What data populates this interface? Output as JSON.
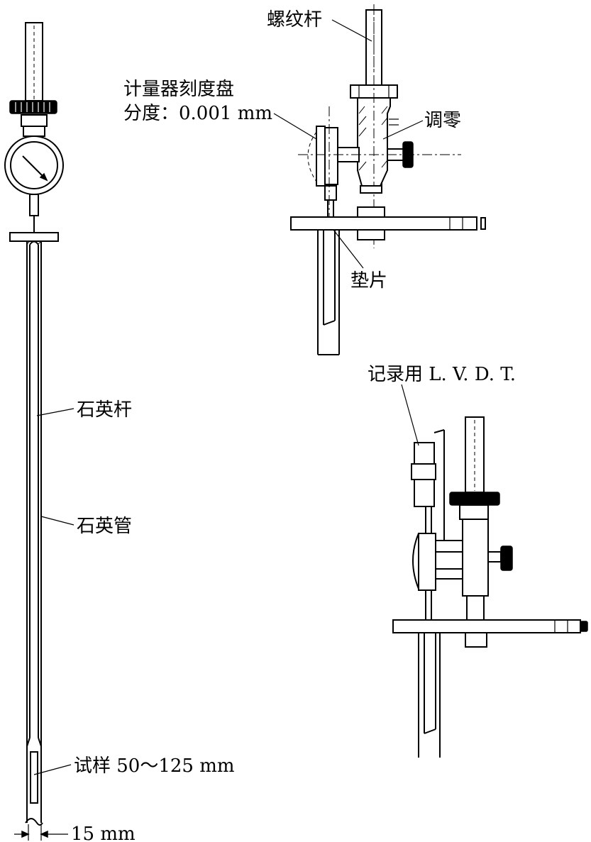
{
  "labels": {
    "screw_rod": "螺纹杆",
    "dial_gauge_line1": "计量器刻度盘",
    "dial_gauge_line2": "分度：0.001 mm",
    "zero_adjust": "调零",
    "shim": "垫片",
    "lvdt": "记录用 L. V. D. T.",
    "quartz_rod": "石英杆",
    "quartz_tube": "石英管",
    "specimen": "试样 50～125 mm",
    "diameter": "15 mm"
  }
}
